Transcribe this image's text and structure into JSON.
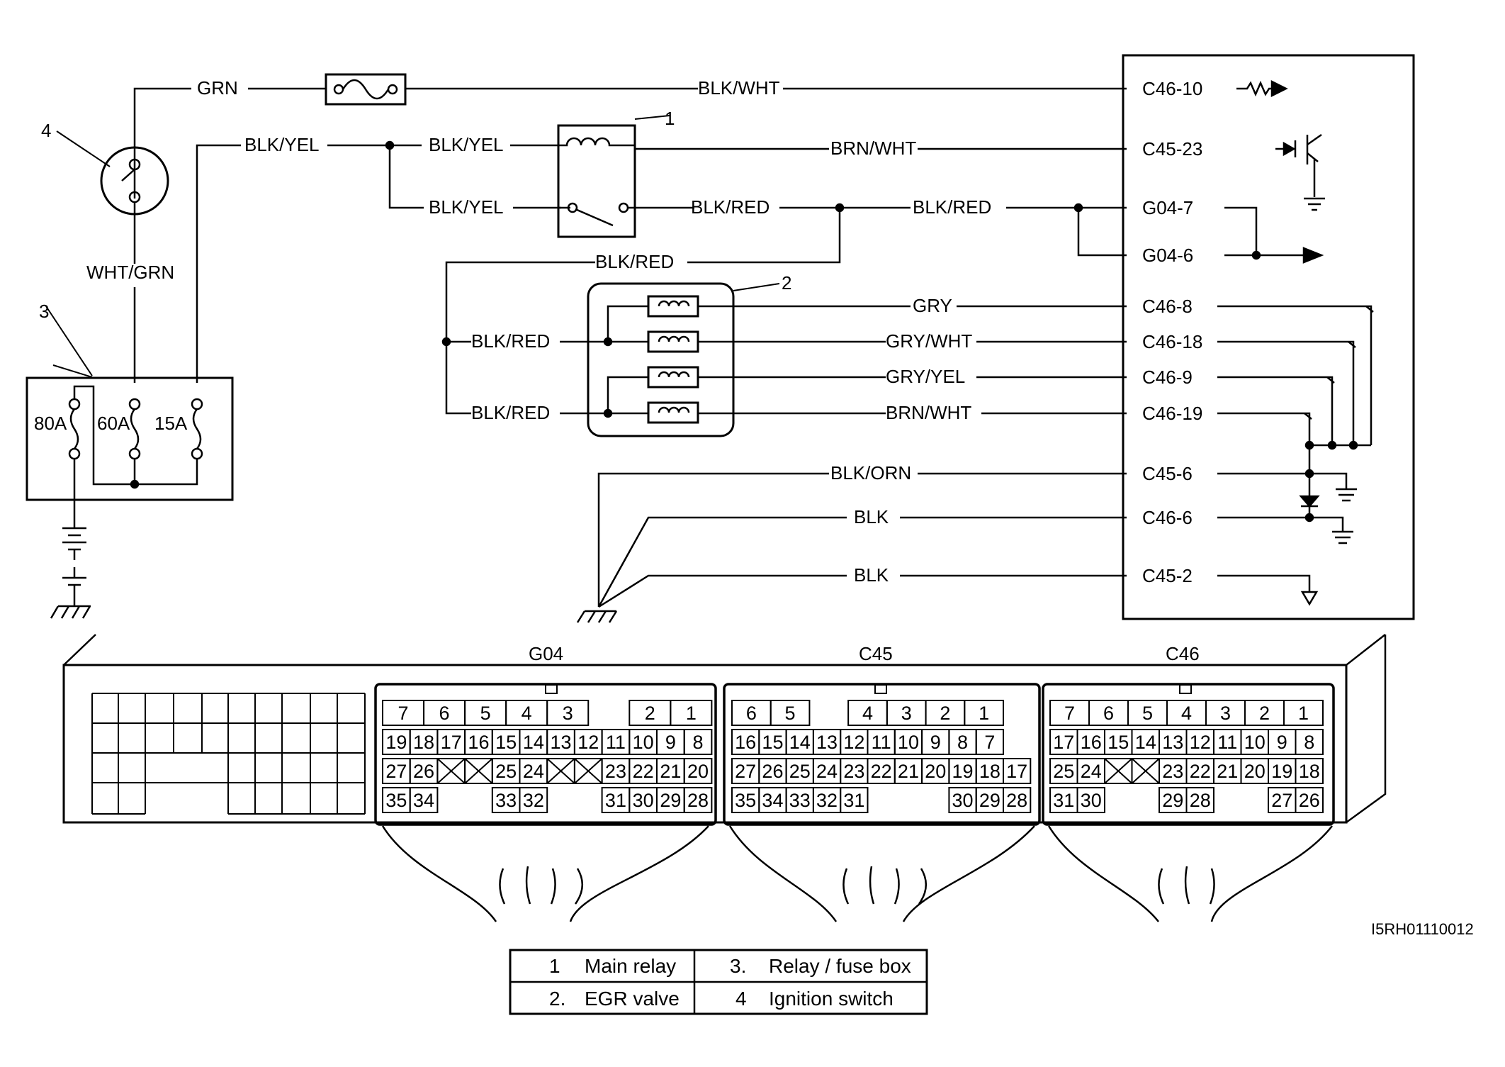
{
  "wires": {
    "grn": "GRN",
    "blk_wht": "BLK/WHT",
    "blk_yel_1": "BLK/YEL",
    "blk_yel_2": "BLK/YEL",
    "blk_yel_3": "BLK/YEL",
    "brn_wht_1": "BRN/WHT",
    "blk_red_1": "BLK/RED",
    "blk_red_2": "BLK/RED",
    "blk_red_3": "BLK/RED",
    "blk_red_4": "BLK/RED",
    "blk_red_5": "BLK/RED",
    "wht_grn": "WHT/GRN",
    "gry": "GRY",
    "gry_wht": "GRY/WHT",
    "gry_yel": "GRY/YEL",
    "brn_wht_2": "BRN/WHT",
    "blk_orn": "BLK/ORN",
    "blk_1": "BLK",
    "blk_2": "BLK"
  },
  "ecm_pins": [
    "C46-10",
    "C45-23",
    "G04-7",
    "G04-6",
    "C46-8",
    "C46-18",
    "C46-9",
    "C46-19",
    "C45-6",
    "C46-6",
    "C45-2"
  ],
  "callouts": {
    "n1": "1",
    "n2": "2",
    "n3": "3",
    "n4": "4"
  },
  "fuses": {
    "f80": "80A",
    "f60": "60A",
    "f15": "15A"
  },
  "connectors": {
    "g04": {
      "name": "G04",
      "row1": [
        "7",
        "6",
        "5",
        "4",
        "3",
        "",
        "2",
        "1"
      ],
      "row2": [
        "19",
        "18",
        "17",
        "16",
        "15",
        "14",
        "13",
        "12",
        "11",
        "10",
        "9",
        "8"
      ],
      "row3": [
        "27",
        "26",
        "X",
        "X",
        "25",
        "24",
        "X",
        "X",
        "23",
        "22",
        "21",
        "20"
      ],
      "row4": [
        "35",
        "34",
        "",
        "",
        "33",
        "32",
        "",
        "",
        "31",
        "30",
        "29",
        "28"
      ]
    },
    "c45": {
      "name": "C45",
      "row1": [
        "6",
        "5",
        "",
        "4",
        "3",
        "2",
        "1"
      ],
      "row2": [
        "16",
        "15",
        "14",
        "13",
        "12",
        "11",
        "10",
        "9",
        "8",
        "7"
      ],
      "row3": [
        "27",
        "26",
        "25",
        "24",
        "23",
        "22",
        "21",
        "20",
        "19",
        "18",
        "17"
      ],
      "row4": [
        "35",
        "34",
        "33",
        "32",
        "31",
        "",
        "",
        "",
        "30",
        "29",
        "28"
      ]
    },
    "c46": {
      "name": "C46",
      "row1": [
        "7",
        "6",
        "5",
        "4",
        "3",
        "2",
        "1"
      ],
      "row2": [
        "17",
        "16",
        "15",
        "14",
        "13",
        "12",
        "11",
        "10",
        "9",
        "8"
      ],
      "row3": [
        "25",
        "24",
        "X",
        "X",
        "23",
        "22",
        "21",
        "20",
        "19",
        "18"
      ],
      "row4": [
        "31",
        "30",
        "",
        "",
        "29",
        "28",
        "",
        "",
        "27",
        "26"
      ]
    }
  },
  "reference_code": "I5RH01110012",
  "legend": [
    {
      "num": "1",
      "label": "Main relay"
    },
    {
      "num": "3.",
      "label": "Relay / fuse box"
    },
    {
      "num": "2.",
      "label": "EGR valve"
    },
    {
      "num": "4",
      "label": "Ignition switch"
    }
  ]
}
